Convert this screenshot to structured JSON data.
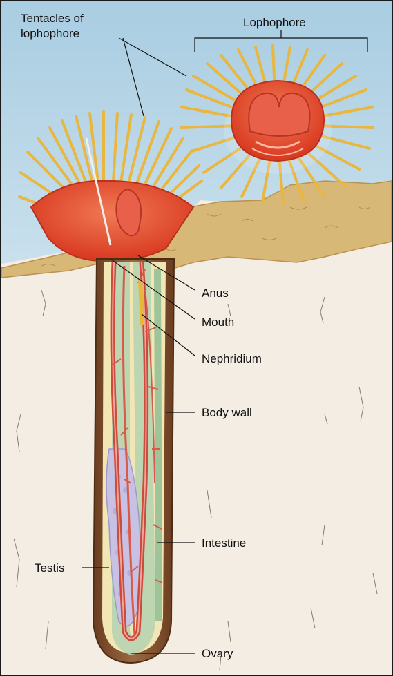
{
  "labels": {
    "tentacles_line1": "Tentacles of",
    "tentacles_line2": "lophophore",
    "lophophore": "Lophophore",
    "anus": "Anus",
    "mouth": "Mouth",
    "nephridium": "Nephridium",
    "body_wall": "Body wall",
    "intestine": "Intestine",
    "testis": "Testis",
    "ovary": "Ovary"
  },
  "colors": {
    "sky": "#b9d6e6",
    "sediment": "#f4ede4",
    "sand": "#d8b877",
    "tentacle": "#e9b640",
    "lophophore_red": "#e0452b",
    "tube_brown": "#7a4a2a",
    "body_green": "#b7d3b0",
    "inner_cream": "#f3e6b5",
    "vessel_red": "#cc4b3c",
    "testis_lilac": "#c7c2e3"
  }
}
